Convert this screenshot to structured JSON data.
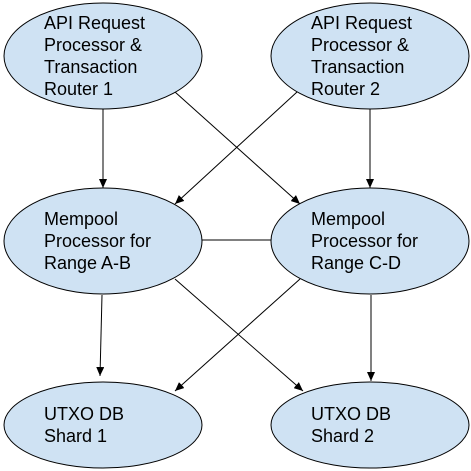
{
  "colors": {
    "node_fill": "#cfe2f3",
    "node_stroke": "#000000",
    "edge": "#000000",
    "background": "#ffffff"
  },
  "nodes": [
    {
      "id": "api1",
      "lines": [
        "API Request",
        "Processor &",
        "Transaction",
        "Router 1"
      ]
    },
    {
      "id": "api2",
      "lines": [
        "API Request",
        "Processor &",
        "Transaction",
        "Router 2"
      ]
    },
    {
      "id": "mempool_ab",
      "lines": [
        "Mempool",
        "Processor for",
        "Range A-B"
      ]
    },
    {
      "id": "mempool_cd",
      "lines": [
        "Mempool",
        "Processor for",
        "Range C-D"
      ]
    },
    {
      "id": "utxo1",
      "lines": [
        "UTXO DB",
        "Shard 1"
      ]
    },
    {
      "id": "utxo2",
      "lines": [
        "UTXO DB",
        "Shard 2"
      ]
    }
  ],
  "edges": [
    {
      "from": "api1",
      "to": "mempool_ab",
      "arrow": true
    },
    {
      "from": "api1",
      "to": "mempool_cd",
      "arrow": true
    },
    {
      "from": "api2",
      "to": "mempool_ab",
      "arrow": true
    },
    {
      "from": "api2",
      "to": "mempool_cd",
      "arrow": true
    },
    {
      "from": "mempool_ab",
      "to": "mempool_cd",
      "arrow": false
    },
    {
      "from": "mempool_ab",
      "to": "utxo1",
      "arrow": true
    },
    {
      "from": "mempool_ab",
      "to": "utxo2",
      "arrow": true
    },
    {
      "from": "mempool_cd",
      "to": "utxo1",
      "arrow": true
    },
    {
      "from": "mempool_cd",
      "to": "utxo2",
      "arrow": true
    }
  ]
}
